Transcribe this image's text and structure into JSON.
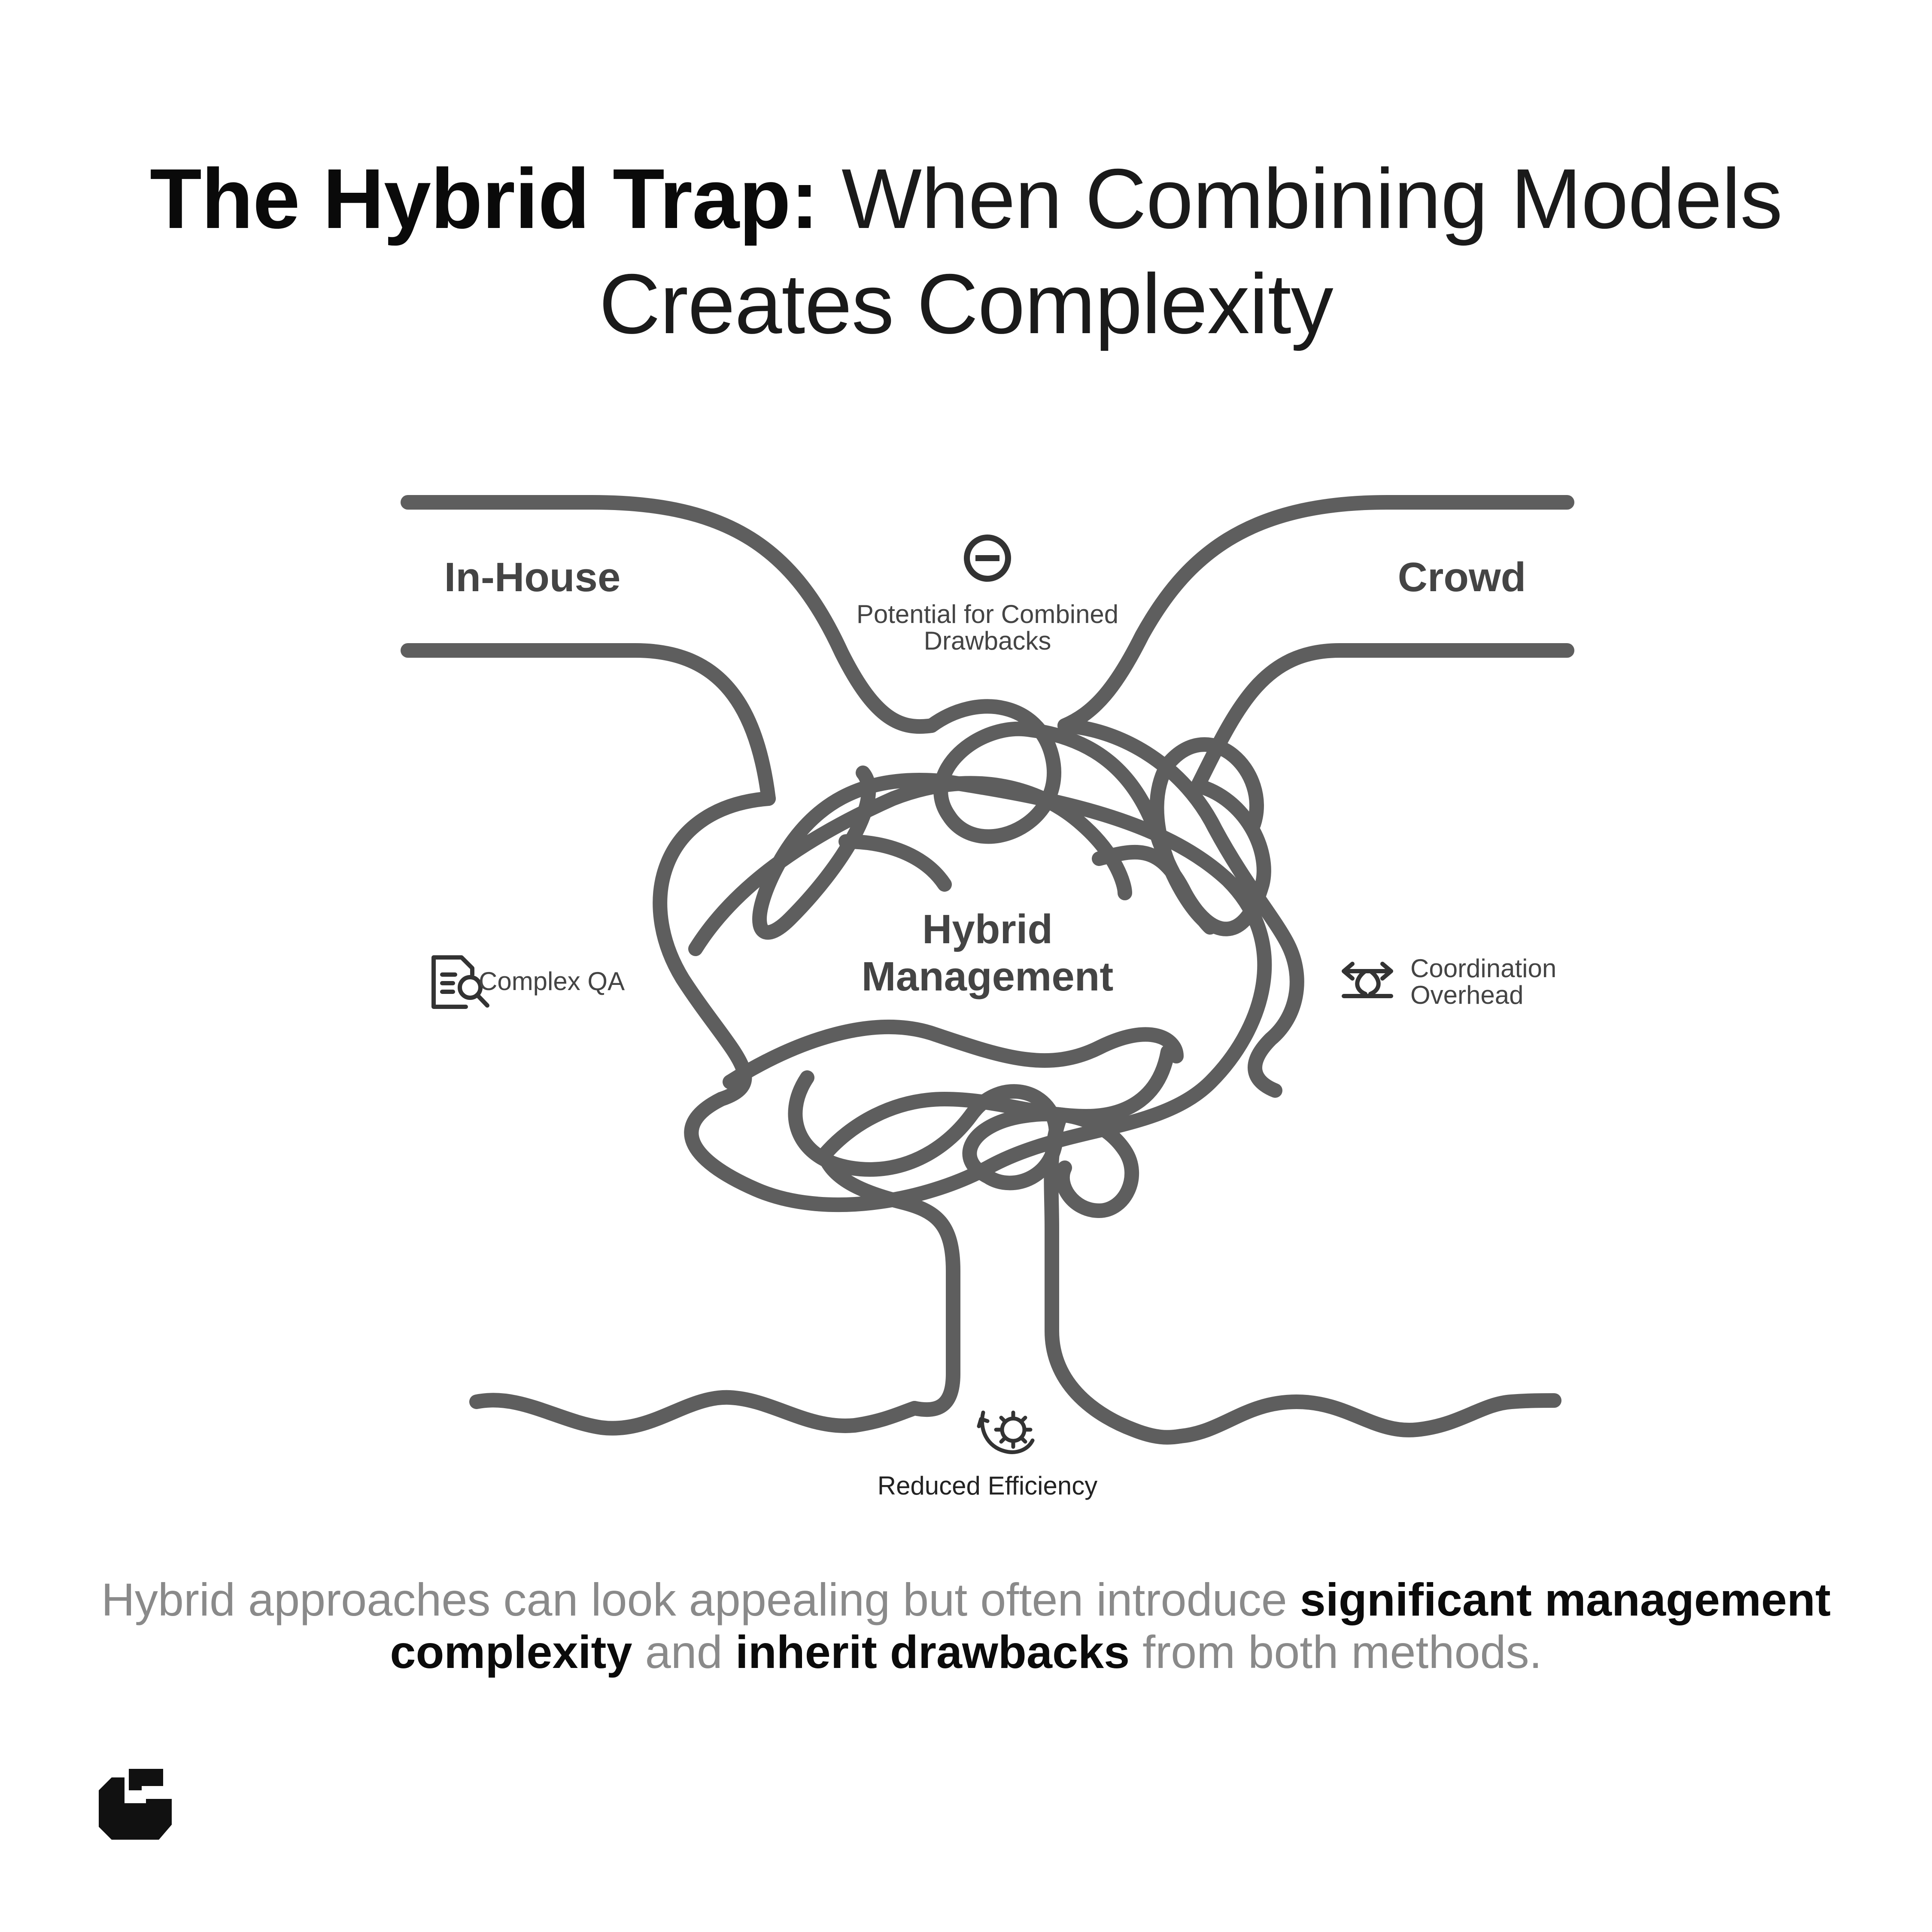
{
  "title": {
    "bold": "The Hybrid Trap:",
    "light_line1": "When Combining Models",
    "light_line2": "Creates Complexity"
  },
  "diagram": {
    "left_label": "In-House",
    "right_label": "Crowd",
    "center_label_line1": "Hybrid",
    "center_label_line2": "Management",
    "top_note": {
      "icon": "minus-circle-icon",
      "line1": "Potential for Combined",
      "line2": "Drawbacks"
    },
    "left_note": {
      "icon": "document-search-icon",
      "text": "Complex QA"
    },
    "right_note": {
      "icon": "coordination-arrows-icon",
      "line1": "Coordination",
      "line2": "Overhead"
    },
    "bottom_note": {
      "icon": "gear-cycle-icon",
      "text": "Reduced Efficiency"
    },
    "stroke_color": "#5e5e5e"
  },
  "caption": {
    "part1": "Hybrid approaches can look appealing but often introduce",
    "bold1": "significant management",
    "bold2": "complexity",
    "part2": "and",
    "bold3": "inherit drawbacks",
    "part3": "from both methods."
  },
  "brand": {
    "logo_icon": "brand-logo-icon",
    "color": "#111111"
  }
}
